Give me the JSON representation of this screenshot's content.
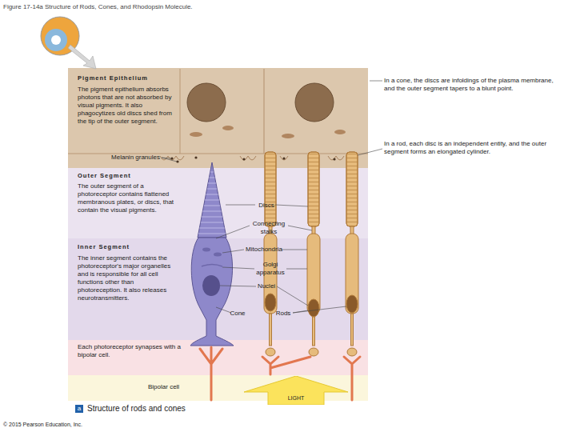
{
  "diagram": {
    "title": "Figure 17-14a Structure of Rods, Cones, and Rhodopsin Molecule.",
    "caption": "Structure of rods and cones",
    "nodes": [
      {
        "text": [
          "Pigment Epithelium",
          "The pigment epithelium absorbs photons that are not absorbed by visual pigments. It also phagocytizes old discs shed from the tip of the outer segment."
        ]
      },
      {
        "text": [
          "Outer Segment",
          "The outer segment of a photoreceptor contains flattened membranous plates, or discs, that contain the visual pigments."
        ]
      },
      {
        "text": [
          "Inner Segment",
          "The inner segment contains the photoreceptor's major organelles and is responsible for all cell functions other than photoreception. It also releases neurotransmitters."
        ]
      },
      {
        "text": [
          "Each photoreceptor synapses with a bipolar cell."
        ]
      },
      {
        "text": [
          "Bipolar cell"
        ]
      },
      {
        "text": [
          "LIGHT"
        ]
      },
      {
        "text": [
          "a"
        ]
      }
    ],
    "labels": [
      "Melanin granules",
      "In a cone, the discs are infoldings of the plasma membrane, and the outer segment tapers to a blunt point.",
      "In a rod, each disc is an independent entity, and the outer segment forms an elongated cylinder.",
      "Discs",
      "Connecting stalks",
      "Mitochondria",
      "Golgi apparatus",
      "Nuclei",
      "Cone",
      "Rods",
      "© 2015 Pearson Education, Inc."
    ]
  }
}
